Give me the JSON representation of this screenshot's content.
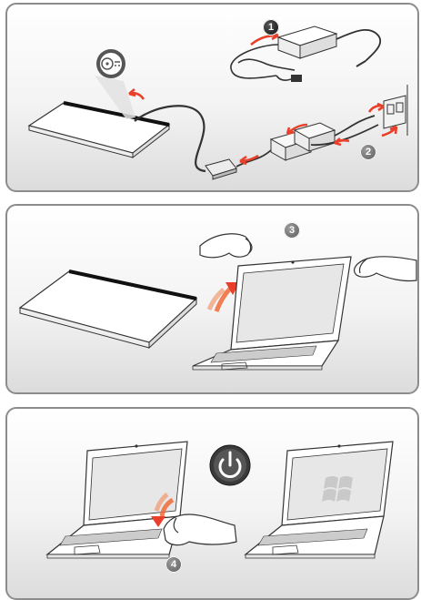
{
  "steps": {
    "step1": "1",
    "step2": "2",
    "step3": "3",
    "step4": "4"
  },
  "icons": {
    "dc_in": "dc-power-jack-icon",
    "power": "power-button-icon",
    "windows": "windows-logo-icon"
  },
  "colors": {
    "arrow": "#e8402a",
    "step_badge": "#1a1a1a",
    "power_button": "#3a3a3a",
    "panel_border": "#8c8c8c"
  }
}
